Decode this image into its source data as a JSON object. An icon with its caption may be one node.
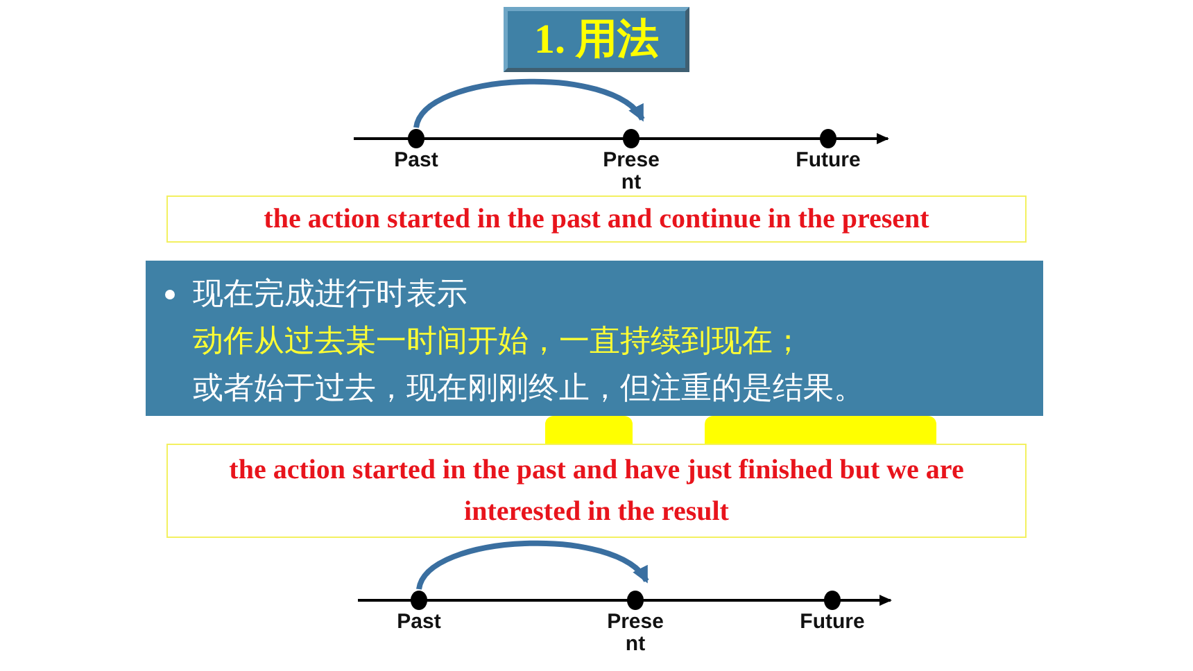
{
  "diagram": {
    "title": "1. 用法",
    "nodes": [
      {
        "text": [],
        "shape": "circle",
        "beside": [
          "Past"
        ]
      },
      {
        "text": [],
        "shape": "circle",
        "beside": [
          "Present"
        ]
      },
      {
        "text": [],
        "shape": "circle",
        "beside": [
          "Future"
        ]
      },
      {
        "text": [
          "the action started in the past and continue in the present"
        ]
      },
      {
        "text": [
          "现在完成进行时表示",
          "动作从过去某一时间开始，一直持续到现在；",
          "或者始于过去，现在刚刚终止，但注重的是结果。"
        ]
      },
      {
        "text": [
          "the action started in the past and have just finished but we are interested in the result"
        ]
      },
      {
        "text": [],
        "shape": "circle",
        "beside": [
          "Past"
        ]
      },
      {
        "text": [],
        "shape": "circle",
        "beside": [
          "Present"
        ]
      },
      {
        "text": [],
        "shape": "circle",
        "beside": [
          "Future"
        ]
      }
    ],
    "edges": [
      {
        "from": 0,
        "to": 1,
        "arrow": "to"
      },
      {
        "from": 6,
        "to": 7,
        "arrow": "to"
      }
    ]
  }
}
